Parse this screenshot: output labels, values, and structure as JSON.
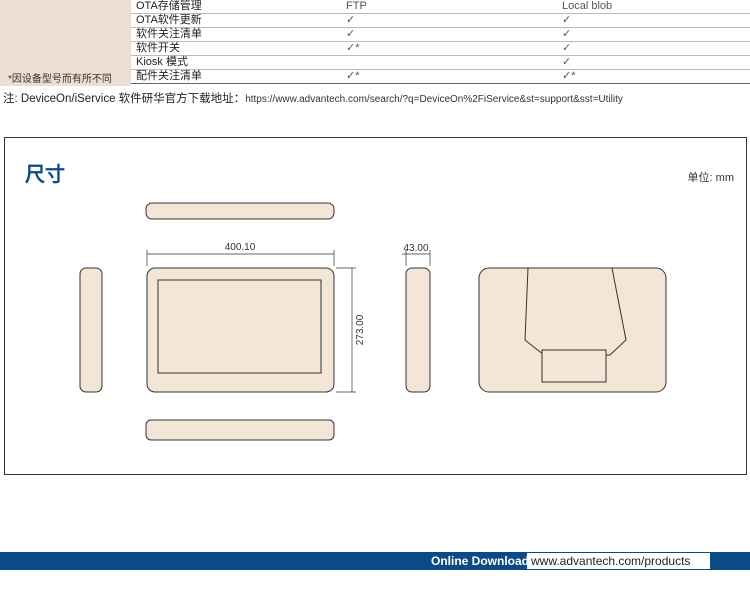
{
  "table": {
    "note": "*因设备型号而有所不同",
    "rows": [
      {
        "feature": "OTA存储管理",
        "col1": "FTP",
        "col2": "Local blob"
      },
      {
        "feature": "OTA软件更新",
        "col1": "✓",
        "col2": "✓"
      },
      {
        "feature": "软件关注清单",
        "col1": "✓",
        "col2": "✓"
      },
      {
        "feature": "软件开关",
        "col1": "✓*",
        "col2": "✓"
      },
      {
        "feature": "Kiosk 模式",
        "col1": "",
        "col2": "✓"
      },
      {
        "feature": "配件关注清单",
        "col1": "✓*",
        "col2": "✓*"
      }
    ]
  },
  "footnote": {
    "text": "注: DeviceOn/iService 软件研华官方下载地址：",
    "url": "https://www.advantech.com/search/?q=DeviceOn%2FiService&st=support&sst=Utility"
  },
  "dimensions": {
    "title": "尺寸",
    "unit": "单位: mm",
    "width_label": "400.10",
    "height_label": "273.00",
    "depth_label": "43.00"
  },
  "footer": {
    "label": "Online Download",
    "url": "www.advantech.com/products",
    "color": "#0b4a86"
  }
}
